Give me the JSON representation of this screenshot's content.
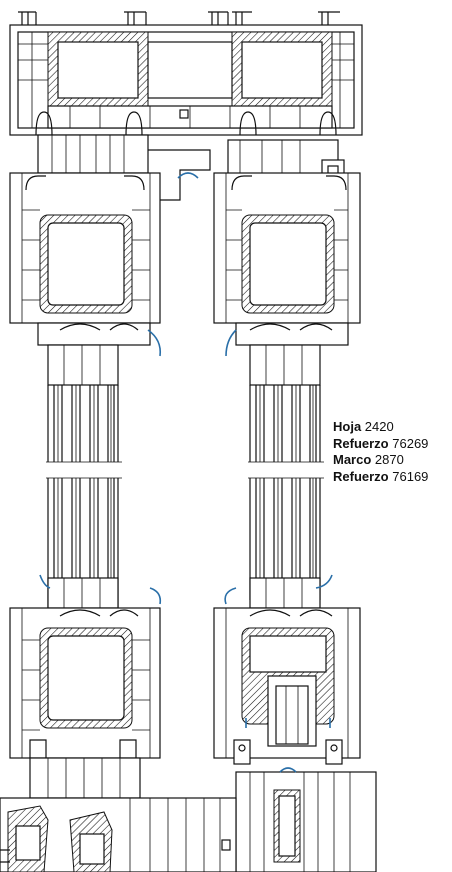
{
  "specs": [
    {
      "key": "Hoja",
      "value": "2420"
    },
    {
      "key": "Refuerzo",
      "value": "76269"
    },
    {
      "key": "Marco",
      "value": "2870"
    },
    {
      "key": "Refuerzo",
      "value": "76169"
    }
  ],
  "colors": {
    "line": "#111111",
    "gasket": "#2a6fa8",
    "background": "#ffffff"
  }
}
